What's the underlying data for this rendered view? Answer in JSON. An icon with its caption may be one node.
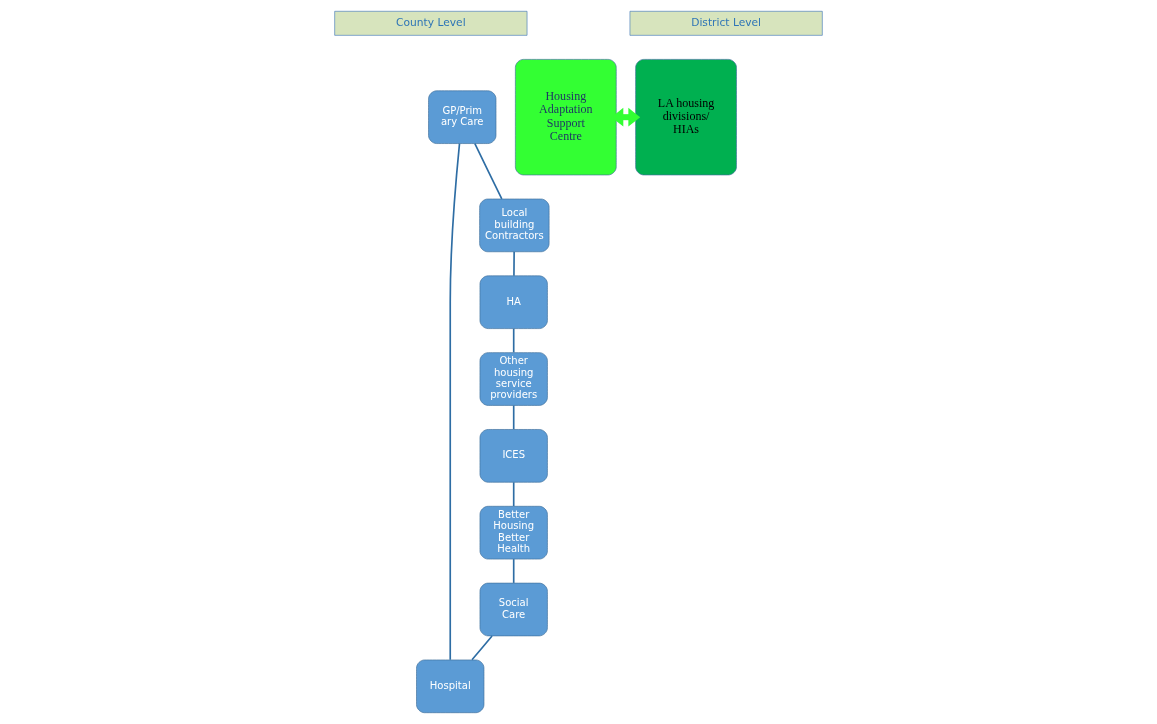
{
  "diagram": {
    "nodes": [
      {
        "text": [
          "County Level"
        ]
      },
      {
        "text": [
          "District Level"
        ]
      },
      {
        "text": [
          "GP/Prim ary Care"
        ]
      },
      {
        "text": [
          "Hospital"
        ]
      },
      {
        "text": [
          "Local building Contractors"
        ]
      },
      {
        "text": [
          "Social Care"
        ]
      },
      {
        "text": [
          "Housing Adaptation Support Centre"
        ]
      },
      {
        "text": [
          "LA housing divisions/ HIAs"
        ]
      },
      {
        "text": [
          "HA"
        ]
      },
      {
        "text": [
          "Better Housing Better Health"
        ]
      },
      {
        "text": [
          "ICES"
        ]
      },
      {
        "text": [
          "Other housing service providers"
        ]
      }
    ],
    "edges": [
      {
        "from": 3,
        "to": 2,
        "arrow": "none"
      },
      {
        "from": 2,
        "to": 4,
        "arrow": "none"
      },
      {
        "from": 4,
        "to": 8,
        "arrow": "none"
      },
      {
        "from": 8,
        "to": 11,
        "arrow": "none"
      },
      {
        "from": 11,
        "to": 10,
        "arrow": "none"
      },
      {
        "from": 10,
        "to": 9,
        "arrow": "none"
      },
      {
        "from": 9,
        "to": 5,
        "arrow": "none"
      },
      {
        "from": 5,
        "to": 3,
        "arrow": "none"
      },
      {
        "from": 6,
        "to": 7,
        "arrow": "both",
        "style": "thick",
        "color": "#33ff33"
      }
    ]
  }
}
